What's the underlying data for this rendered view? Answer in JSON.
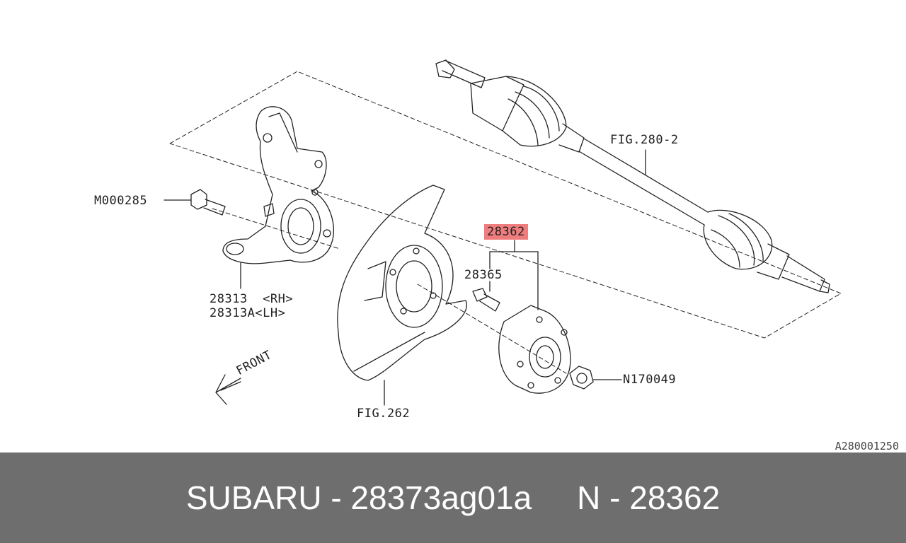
{
  "callouts": {
    "fig_280_2": "FIG.280-2",
    "part_28362": "28362",
    "part_28365": "28365",
    "m000285": "M000285",
    "p28313_rh": "28313  <RH>",
    "p28313a_lh": "28313A<LH>",
    "n170049": "N170049",
    "fig_262": "FIG.262",
    "front": "FRONT"
  },
  "reference_code": "A280001250",
  "footer": {
    "left": "SUBARU - 28373ag01a",
    "right": "N - 28362"
  },
  "colors": {
    "highlight": "#f07d7d",
    "footer_bg": "#6e6e6e",
    "line": "#222222"
  }
}
